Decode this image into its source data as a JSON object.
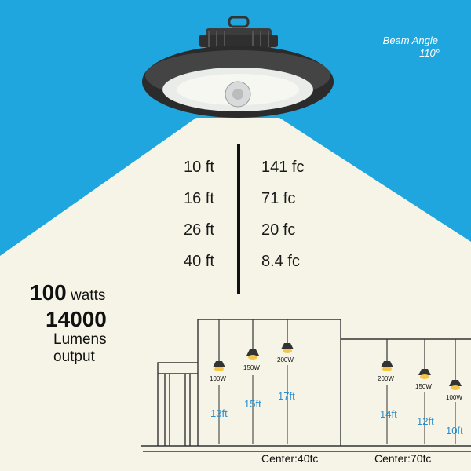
{
  "beam": {
    "title": "Beam Angle",
    "angle": "110°"
  },
  "distances": [
    "10 ft",
    "16 ft",
    "26 ft",
    "40 ft"
  ],
  "footcandles": [
    "141 fc",
    "71 fc",
    "20 fc",
    "8.4 fc"
  ],
  "specs": {
    "watts_value": "100",
    "watts_unit": "watts",
    "lumens_value": "14000",
    "lumens_label": "Lumens",
    "output_label": "output"
  },
  "fixtures": [
    {
      "wattage": "100W",
      "height": "13ft"
    },
    {
      "wattage": "150W",
      "height": "15ft"
    },
    {
      "wattage": "200W",
      "height": "17ft"
    },
    {
      "wattage": "200W",
      "height": "14ft"
    },
    {
      "wattage": "150W",
      "height": "12ft"
    },
    {
      "wattage": "100W",
      "height": "10ft"
    }
  ],
  "centers": [
    "Center:40fc",
    "Center:70fc"
  ],
  "colors": {
    "sky": "#1fa6de",
    "beam": "#f5f4e6",
    "text": "#111111",
    "height_label": "#2a8fd0",
    "fixture_glow": "#f3c64a"
  }
}
